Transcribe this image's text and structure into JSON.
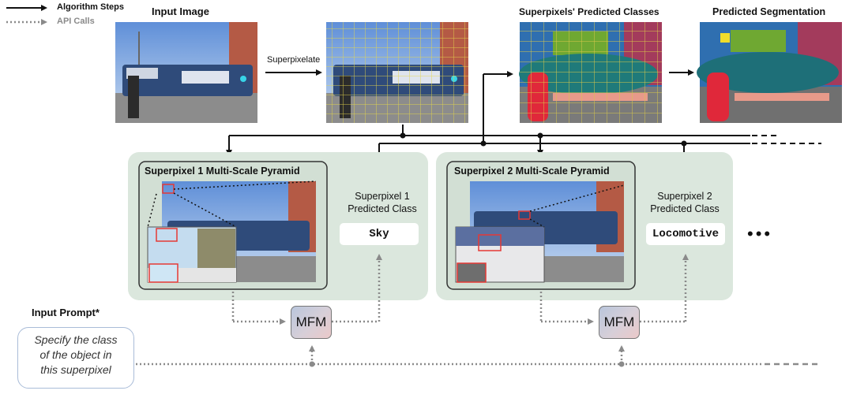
{
  "legend": {
    "algorithm_label": "Algorithm Steps",
    "api_label": "API Calls"
  },
  "top": {
    "input_image_title": "Input Image",
    "superpixelate_label": "Superpixelate",
    "sp_classes_title": "Superpixels' Predicted Classes",
    "segmentation_title": "Predicted Segmentation"
  },
  "panels": [
    {
      "pyramid_title": "Superpixel 1 Multi-Scale Pyramid",
      "pred_label_line1": "Superpixel 1",
      "pred_label_line2": "Predicted Class",
      "predicted_class": "Sky",
      "mfm_label": "MFM"
    },
    {
      "pyramid_title": "Superpixel 2 Multi-Scale Pyramid",
      "pred_label_line1": "Superpixel 2",
      "pred_label_line2": "Predicted Class",
      "predicted_class": "Locomotive",
      "mfm_label": "MFM"
    }
  ],
  "prompt": {
    "title": "Input Prompt*",
    "line1": "Specify the class",
    "line2": "of the object in",
    "line3": "this superpixel"
  },
  "continuation": "•••",
  "colors": {
    "panel": "#dbe7dd",
    "arrow": "#111111",
    "api_arrow": "#8a8a8a",
    "highlight": "#e53935"
  }
}
